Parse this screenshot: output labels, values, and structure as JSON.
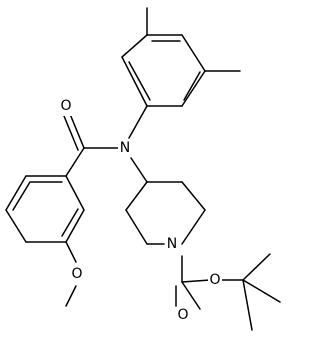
{
  "atoms": [
    {
      "id": "O1",
      "label": "O"
    },
    {
      "id": "N1",
      "label": "N"
    },
    {
      "id": "N2",
      "label": "N"
    },
    {
      "id": "O2",
      "label": "O"
    },
    {
      "id": "O3",
      "label": "O"
    },
    {
      "id": "O4",
      "label": "O"
    }
  ],
  "colors": {
    "bond": "#000000",
    "label": "#000000",
    "background": "#ffffff"
  }
}
